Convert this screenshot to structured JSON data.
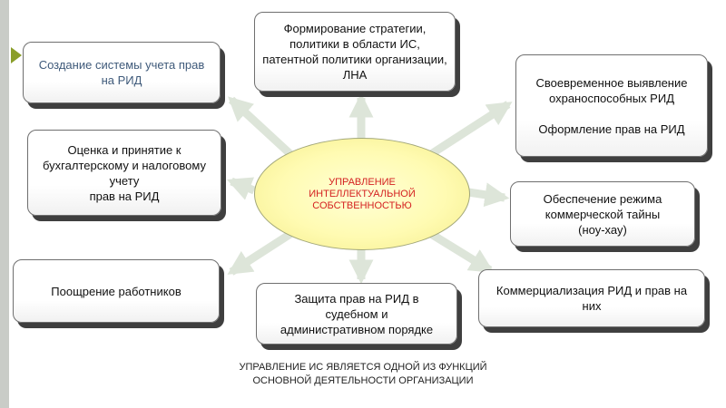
{
  "center": {
    "label": "УПРАВЛЕНИЕ\nИНТЕЛЛЕКТУАЛЬНОЙ\nСОБСТВЕННОСТЬЮ"
  },
  "boxes": {
    "left_1": "Создание системы учета прав\nна РИД",
    "left_2": "Оценка и принятие к\nбухгалтерскому и налоговому\nучету\nправ на РИД",
    "left_3": "Поощрение работников",
    "top": "Формирование стратегии,\nполитики в области ИС,\nпатентной политики организации,\nЛНА",
    "bottom": "Защита прав на РИД в\nсудебном и\nадминистративном порядке",
    "right_1": "Своевременное выявление\nохраноспособных РИД\n\nОформление прав на РИД",
    "right_2": "Обеспечение режима\nкоммерческой тайны\n(ноу-хау)",
    "right_3": "Коммерциализация РИД и прав на\nних"
  },
  "footer": "УПРАВЛЕНИЕ ИС ЯВЛЯЕТСЯ ОДНОЙ ИЗ ФУНКЦИЙ\nОСНОВНОЙ ДЕЯТЕЛЬНОСТИ ОРГАНИЗАЦИИ",
  "colors": {
    "center_text": "#d42121",
    "center_fill": "#fffbb2",
    "arrow": "#dde5d9",
    "left_bar": "#c9ccc7",
    "left_marker": "#8a9e2a"
  }
}
